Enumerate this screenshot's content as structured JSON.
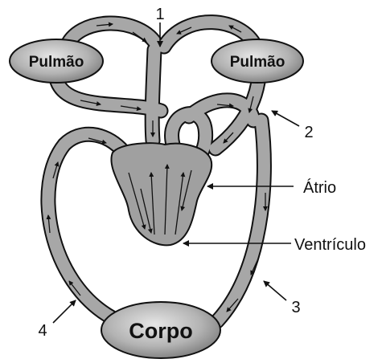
{
  "labels": {
    "lung_left": "Pulmão",
    "lung_right": "Pulmão",
    "body": "Corpo",
    "atrium": "Átrio",
    "ventricle": "Ventrículo",
    "n1": "1",
    "n2": "2",
    "n3": "3",
    "n4": "4"
  },
  "colors": {
    "organ_fill_light": "#e4e4e4",
    "organ_fill_dark": "#7a7a7a",
    "vessel_fill": "#a7a7a7",
    "heart_fill": "#a0a0a0",
    "stroke": "#111111"
  }
}
